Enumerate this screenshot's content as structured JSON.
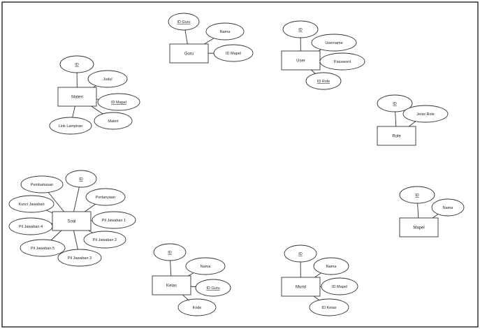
{
  "diagram": {
    "entities": [
      {
        "id": "e1",
        "label": "Guru",
        "attributes": [
          {
            "label": "ID Guru",
            "key": true
          },
          {
            "label": "Nama",
            "key": false
          },
          {
            "label": "ID Mapel",
            "key": false
          }
        ]
      },
      {
        "id": "e2",
        "label": "User",
        "attributes": [
          {
            "label": "ID",
            "key": true
          },
          {
            "label": "Username",
            "key": false
          },
          {
            "label": "Password",
            "key": false
          },
          {
            "label": "ID Role",
            "key": true
          }
        ]
      },
      {
        "id": "e3",
        "label": "Materi",
        "attributes": [
          {
            "label": "ID",
            "key": true
          },
          {
            "label": "Judul",
            "key": false
          },
          {
            "label": "ID Mapel",
            "key": true
          },
          {
            "label": "Materi",
            "key": false
          },
          {
            "label": "Link Lampiran",
            "key": false
          }
        ]
      },
      {
        "id": "e4",
        "label": "Role",
        "attributes": [
          {
            "label": "ID",
            "key": true
          },
          {
            "label": "Jenis Role",
            "key": false
          }
        ]
      },
      {
        "id": "e5",
        "label": "Soal",
        "attributes": [
          {
            "label": "ID",
            "key": true
          },
          {
            "label": "Pertanyaan",
            "key": false
          },
          {
            "label": "Pembahasan",
            "key": false
          },
          {
            "label": "Kunci Jawaban",
            "key": false
          },
          {
            "label": "Pil Jawaban 1",
            "key": false
          },
          {
            "label": "Pil Jawaban 2",
            "key": false
          },
          {
            "label": "Pil Jawaban 3",
            "key": false
          },
          {
            "label": "Pil Jawaban 4",
            "key": false
          },
          {
            "label": "Pil Jawaban 5",
            "key": false
          }
        ]
      },
      {
        "id": "e6",
        "label": "Mapel",
        "attributes": [
          {
            "label": "ID",
            "key": true
          },
          {
            "label": "Nama",
            "key": false
          }
        ]
      },
      {
        "id": "e7",
        "label": "Kelas",
        "attributes": [
          {
            "label": "ID",
            "key": true
          },
          {
            "label": "Nama",
            "key": false
          },
          {
            "label": "ID Guru",
            "key": true
          },
          {
            "label": "Kode",
            "key": false
          }
        ]
      },
      {
        "id": "e8",
        "label": "Murid",
        "attributes": [
          {
            "label": "ID",
            "key": true
          },
          {
            "label": "Nama",
            "key": false
          },
          {
            "label": "ID Mapel",
            "key": false
          },
          {
            "label": "ID Kelas",
            "key": false
          }
        ]
      }
    ]
  }
}
